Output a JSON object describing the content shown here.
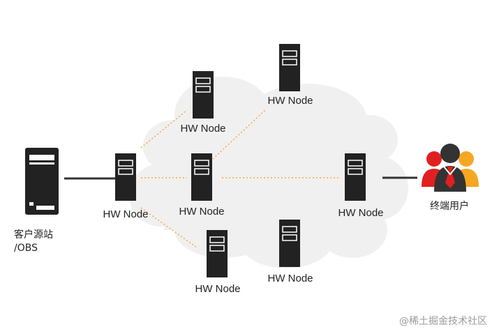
{
  "colors": {
    "server": "#222222",
    "cloud": "#f0f0f0",
    "dotted_link": "#f2a93b",
    "solid_link": "#333333",
    "user_left": "#e02020",
    "user_center": "#333333",
    "user_right": "#f5a623"
  },
  "nodes": [
    {
      "id": "n1",
      "label": "HW Node"
    },
    {
      "id": "n2",
      "label": "HW Node"
    },
    {
      "id": "n3",
      "label": "HW Node"
    },
    {
      "id": "n4",
      "label": "HW Node"
    },
    {
      "id": "n5",
      "label": "HW Node"
    },
    {
      "id": "n6",
      "label": "HW Node"
    },
    {
      "id": "n7",
      "label": "HW Node"
    }
  ],
  "origin": {
    "label_line1": "客户源站",
    "label_line2": "/OBS",
    "icon": "server-icon"
  },
  "users": {
    "label": "终端用户",
    "icon": "users-icon"
  },
  "watermark": "@稀土掘金技术社区"
}
